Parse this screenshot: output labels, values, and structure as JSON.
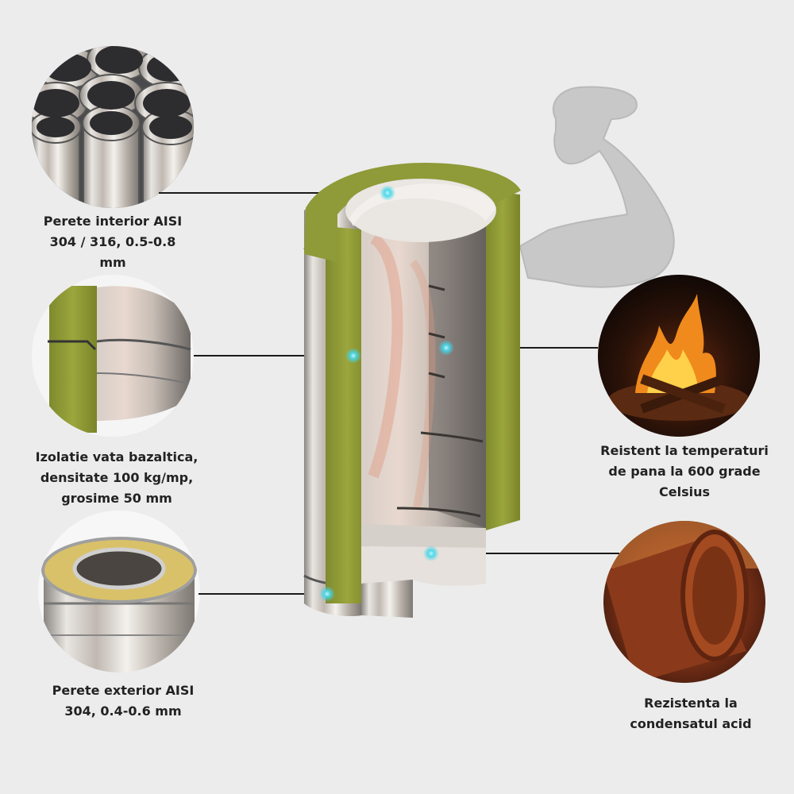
{
  "features": [
    {
      "id": "inner-wall",
      "lines": [
        "Perete interior AISI",
        "304 / 316, 0.5-0.8",
        "mm"
      ]
    },
    {
      "id": "insulation",
      "lines": [
        "Izolatie vata bazaltica,",
        "densitate 100 kg/mp,",
        "grosime 50 mm"
      ]
    },
    {
      "id": "outer-wall",
      "lines": [
        "Perete exterior AISI",
        "304, 0.4-0.6 mm"
      ]
    },
    {
      "id": "heat",
      "lines": [
        "Reistent la temperaturi",
        "de pana la 600 grade",
        "Celsius"
      ]
    },
    {
      "id": "acid",
      "lines": [
        "Rezistenta la",
        "condensatul acid"
      ]
    }
  ],
  "colors": {
    "background": "#ececec",
    "insulation": "#8e9a37",
    "steel": "#c9c4bd",
    "leader_line": "#1a1a1a",
    "marker": "#43d6e8",
    "strength_icon": "#c8c8c8"
  },
  "icons": [
    "strong-arm-icon"
  ]
}
